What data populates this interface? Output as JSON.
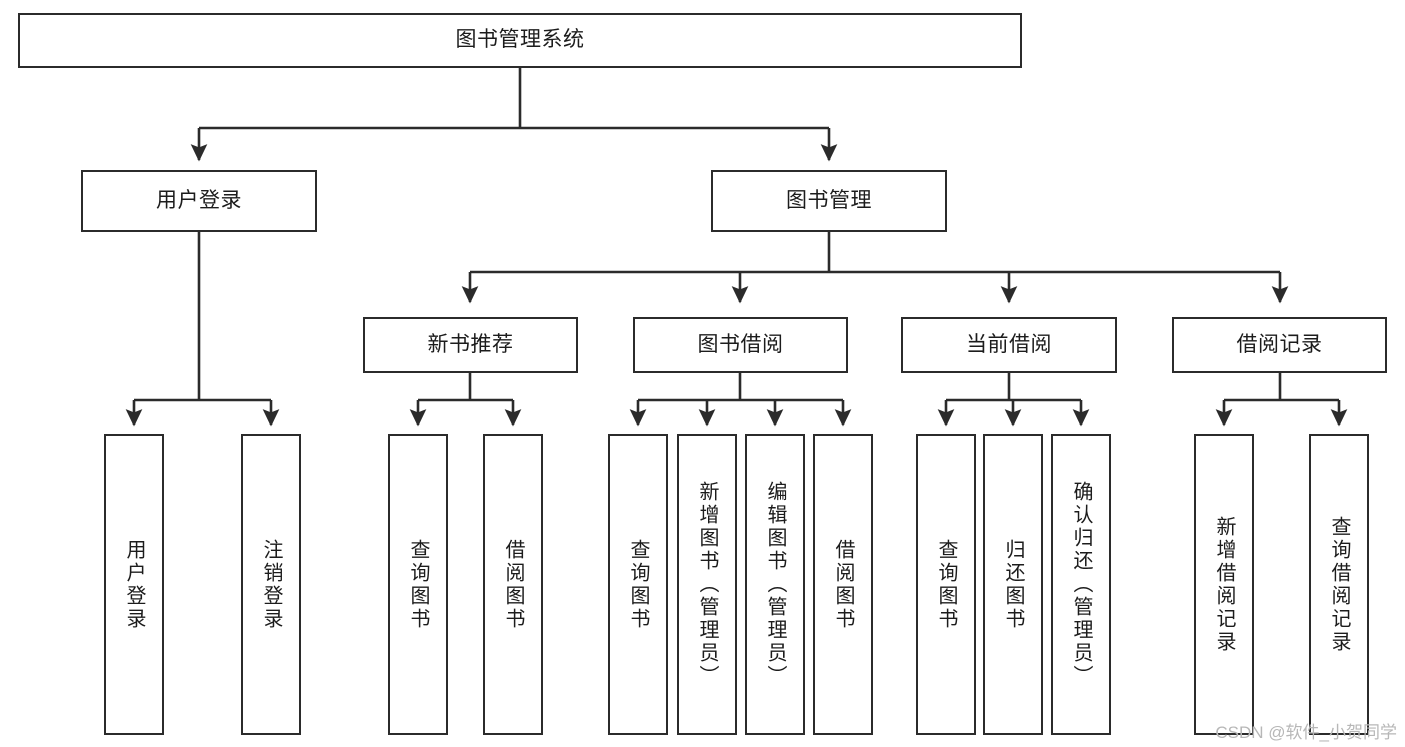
{
  "diagram": {
    "title": "图书管理系统",
    "type": "hierarchy-tree",
    "watermark": "CSDN @软件_小贺同学",
    "colors": {
      "box_border": "#2b2b2b",
      "box_fill": "#ffffff",
      "connector": "#2b2b2b",
      "text": "#1c1c1c",
      "watermark": "#b7b7b7"
    },
    "nodes": {
      "root": {
        "label": "图书管理系统"
      },
      "level2": [
        {
          "label": "用户登录"
        },
        {
          "label": "图书管理"
        }
      ],
      "level3": [
        {
          "label": "新书推荐"
        },
        {
          "label": "图书借阅"
        },
        {
          "label": "当前借阅"
        },
        {
          "label": "借阅记录"
        }
      ],
      "leaves": {
        "user_login": [
          {
            "label": "用户登录"
          },
          {
            "label": "注销登录"
          }
        ],
        "new_book_recommend": [
          {
            "label": "查询图书"
          },
          {
            "label": "借阅图书"
          }
        ],
        "book_borrow": [
          {
            "label": "查询图书"
          },
          {
            "label": "新增图书（管理员）"
          },
          {
            "label": "编辑图书（管理员）"
          },
          {
            "label": "借阅图书"
          }
        ],
        "current_borrow": [
          {
            "label": "查询图书"
          },
          {
            "label": "归还图书"
          },
          {
            "label": "确认归还（管理员）"
          }
        ],
        "borrow_records": [
          {
            "label": "新增借阅记录"
          },
          {
            "label": "查询借阅记录"
          }
        ]
      }
    }
  }
}
